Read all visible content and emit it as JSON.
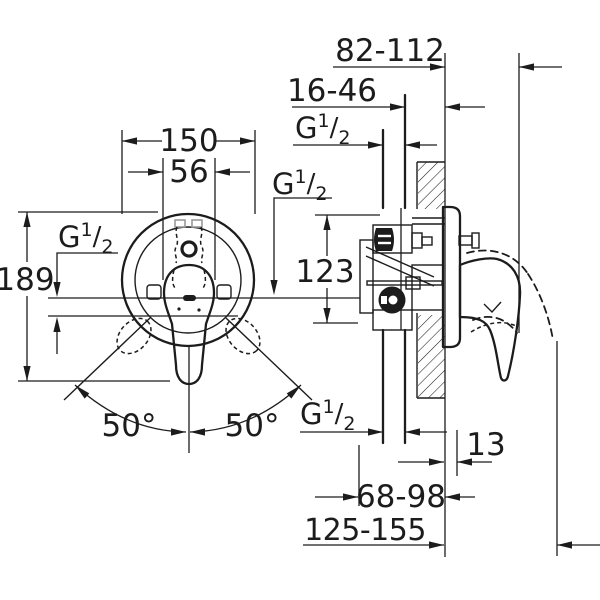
{
  "colors": {
    "line": "#1c1c1c",
    "background": "#ffffff",
    "tab_gray": "#9a9a9a"
  },
  "front_view": {
    "dim_escutcheon_width": "150",
    "dim_handle_base_width": "56",
    "dim_overall_height": "189",
    "swing_angle_left": "50°",
    "swing_angle_right": "50°"
  },
  "side_view": {
    "dim_handle_projection": "82-112",
    "dim_pipe_to_wall": "16-46",
    "dim_port_spacing": "123",
    "dim_escutcheon_offset": "13",
    "dim_body_recess": "68-98",
    "dim_total_projection": "125-155"
  },
  "thread_label": {
    "prefix": "G",
    "numerator": "1",
    "slash": "/",
    "denominator": "2"
  }
}
